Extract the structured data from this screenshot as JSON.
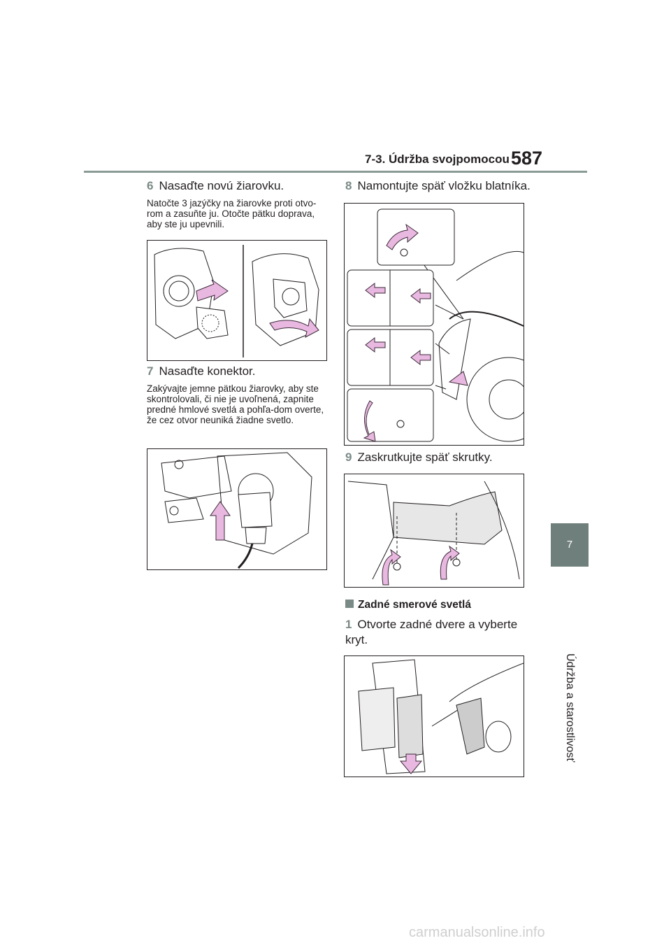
{
  "header": {
    "section": "7-3. Údržba svojpomocou",
    "page_number": "587"
  },
  "side_tab": {
    "chapter": "7",
    "label": "Údržba a starostlivosť"
  },
  "left_column": {
    "step6": {
      "num": "6",
      "title": "Nasaďte novú žiarovku.",
      "text": "Natočte 3 jazýčky na žiarovke proti otvo-rom a zasuňte ju. Otočte pätku doprava, aby ste ju upevnili."
    },
    "step7": {
      "num": "7",
      "title": "Nasaďte konektor.",
      "text": "Zakývajte jemne pätkou žiarovky, aby ste skontrolovali, či nie je uvoľnená, zapnite predné hmlové svetlá a pohľa-dom overte, že cez otvor neuniká žiadne svetlo."
    }
  },
  "right_column": {
    "step8": {
      "num": "8",
      "title": "Namontujte späť vložku blatníka."
    },
    "step9": {
      "num": "9",
      "title": "Zaskrutkujte späť skrutky."
    },
    "subsection": "Zadné smerové svetlá",
    "step1": {
      "num": "1",
      "title": "Otvorte zadné dvere a vyberte kryt."
    }
  },
  "colors": {
    "arrow_fill": "#e9b8e0",
    "arrow_stroke": "#3b2a38",
    "accent": "#7a8a86"
  },
  "footer": {
    "watermark": "carmanualsonline.info"
  }
}
